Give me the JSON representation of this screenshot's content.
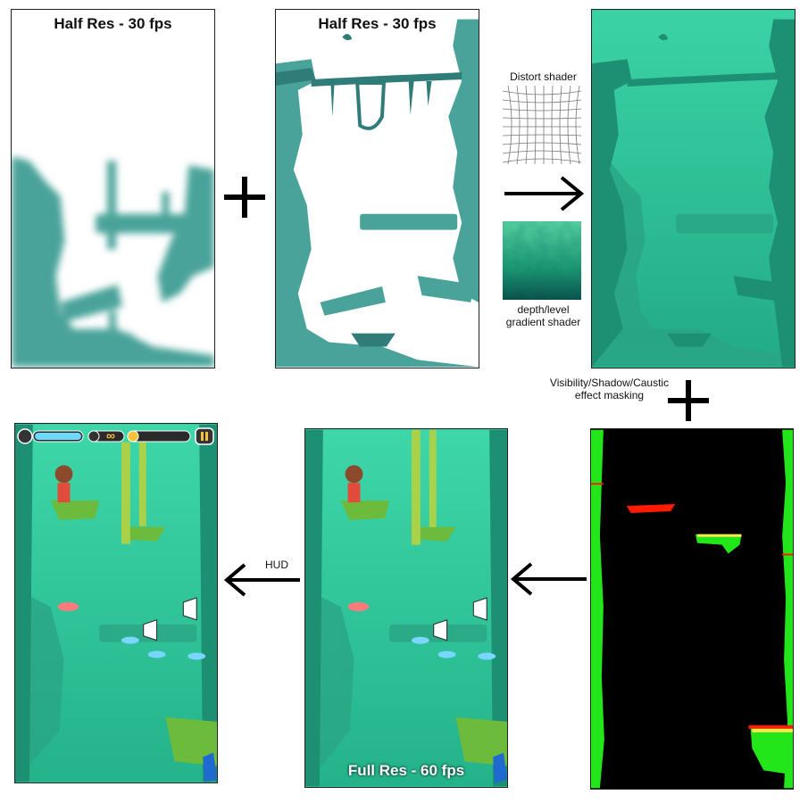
{
  "panels": {
    "p1_title": "Half Res - 30 fps",
    "p2_title": "Half Res - 30 fps",
    "p5_title": "Full Res - 60 fps"
  },
  "labels": {
    "distort": "Distort shader",
    "depth_line1": "depth/level",
    "depth_line2": "gradient shader",
    "mask_line1": "Visibility/Shadow/Caustic",
    "mask_line2": "effect masking",
    "hud": "HUD"
  },
  "hud": {
    "infinity": "∞"
  },
  "colors": {
    "teal_silhouette": "#4aa39a",
    "teal_dark": "#2f7c78",
    "water_green": "#2fc79a",
    "water_deep": "#1d8f73",
    "mask_green": "#22e61a",
    "mask_red": "#ff1a00",
    "mask_yellow": "#ffe84a"
  }
}
